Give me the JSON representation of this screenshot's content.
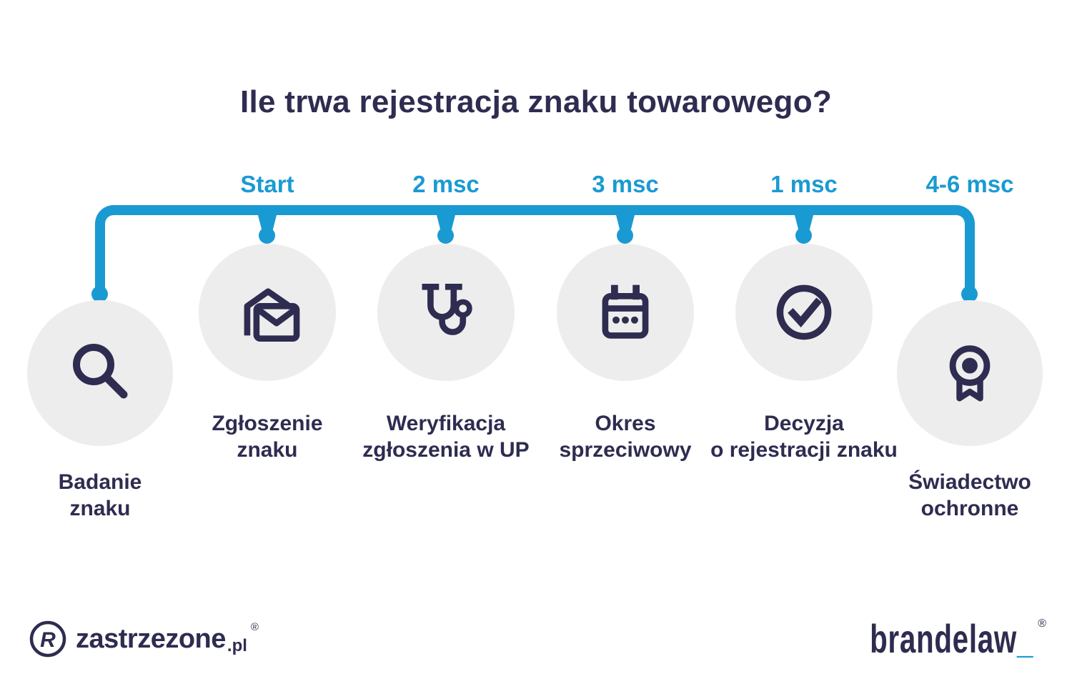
{
  "title": "Ile trwa rejestracja znaku towarowego?",
  "timeline": {
    "durations": [
      "Start",
      "2 msc",
      "3 msc",
      "1 msc",
      "4-6 msc"
    ]
  },
  "stages": [
    {
      "label": "Badanie\nznaku",
      "icon": "magnifier-icon"
    },
    {
      "label": "Zgłoszenie\nznaku",
      "icon": "envelopes-icon"
    },
    {
      "label": "Weryfikacja\nzgłoszenia w UP",
      "icon": "stethoscope-icon"
    },
    {
      "label": "Okres\nsprzeciwowy",
      "icon": "calendar-icon"
    },
    {
      "label": "Decyzja\no rejestracji znaku",
      "icon": "check-circle-icon"
    },
    {
      "label": "Świadectwo\nochronne",
      "icon": "award-ribbon-icon"
    }
  ],
  "footer": {
    "left_logo": {
      "monogram": "R",
      "text": "zastrzezone",
      "tld": ".pl",
      "registered": "®"
    },
    "right_logo": {
      "text": "brandelaw",
      "underscore": "_",
      "registered": "®"
    }
  },
  "colors": {
    "accent_cyan": "#1a9ad2",
    "navy": "#2e2c50",
    "balloon_gray": "#ededed",
    "background": "#ffffff"
  }
}
